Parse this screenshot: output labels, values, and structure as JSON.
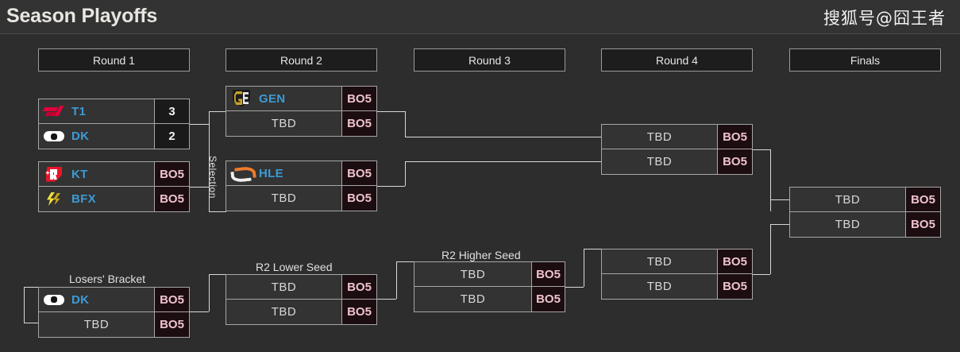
{
  "header": {
    "title": "Season Playoffs",
    "watermark": "搜狐号@囧王者"
  },
  "colors": {
    "page_background": "#2d2d2d",
    "header_background": "#333333",
    "box_border": "#a6a6a6",
    "team_name": "#3c9bd6",
    "bo5_text": "#efc3ce",
    "bo5_background": "#1c0d10",
    "connector": "#d9d9d9"
  },
  "rounds": [
    {
      "id": "round1",
      "label": "Round 1"
    },
    {
      "id": "round2",
      "label": "Round 2"
    },
    {
      "id": "round3",
      "label": "Round 3"
    },
    {
      "id": "round4",
      "label": "Round 4"
    },
    {
      "id": "finals",
      "label": "Finals"
    }
  ],
  "labels": {
    "selection": "Selection",
    "losers_bracket": "Losers' Bracket",
    "r2_lower_seed": "R2 Lower Seed",
    "r2_higher_seed": "R2 Higher Seed"
  },
  "matches": {
    "r1_m1": {
      "top": {
        "logo": "t1-logo",
        "name": "T1",
        "score": "3"
      },
      "bottom": {
        "logo": "dk-logo",
        "name": "DK",
        "score": "2"
      }
    },
    "r1_m2": {
      "top": {
        "logo": "kt-logo",
        "name": "KT",
        "score": "BO5"
      },
      "bottom": {
        "logo": "bfx-logo",
        "name": "BFX",
        "score": "BO5"
      }
    },
    "r2_m1": {
      "top": {
        "logo": "gen-logo",
        "name": "GEN",
        "score": "BO5"
      },
      "bottom": {
        "logo": "",
        "name": "TBD",
        "score": "BO5"
      }
    },
    "r2_m2": {
      "top": {
        "logo": "hle-logo",
        "name": "HLE",
        "score": "BO5"
      },
      "bottom": {
        "logo": "",
        "name": "TBD",
        "score": "BO5"
      }
    },
    "losers_m1": {
      "top": {
        "logo": "dk-logo",
        "name": "DK",
        "score": "BO5"
      },
      "bottom": {
        "logo": "",
        "name": "TBD",
        "score": "BO5"
      }
    },
    "r2_lower": {
      "top": {
        "logo": "",
        "name": "TBD",
        "score": "BO5"
      },
      "bottom": {
        "logo": "",
        "name": "TBD",
        "score": "BO5"
      }
    },
    "r2_higher": {
      "top": {
        "logo": "",
        "name": "TBD",
        "score": "BO5"
      },
      "bottom": {
        "logo": "",
        "name": "TBD",
        "score": "BO5"
      }
    },
    "r4_upper": {
      "top": {
        "logo": "",
        "name": "TBD",
        "score": "BO5"
      },
      "bottom": {
        "logo": "",
        "name": "TBD",
        "score": "BO5"
      }
    },
    "r4_lower": {
      "top": {
        "logo": "",
        "name": "TBD",
        "score": "BO5"
      },
      "bottom": {
        "logo": "",
        "name": "TBD",
        "score": "BO5"
      }
    },
    "finals_m": {
      "top": {
        "logo": "",
        "name": "TBD",
        "score": "BO5"
      },
      "bottom": {
        "logo": "",
        "name": "TBD",
        "score": "BO5"
      }
    }
  }
}
